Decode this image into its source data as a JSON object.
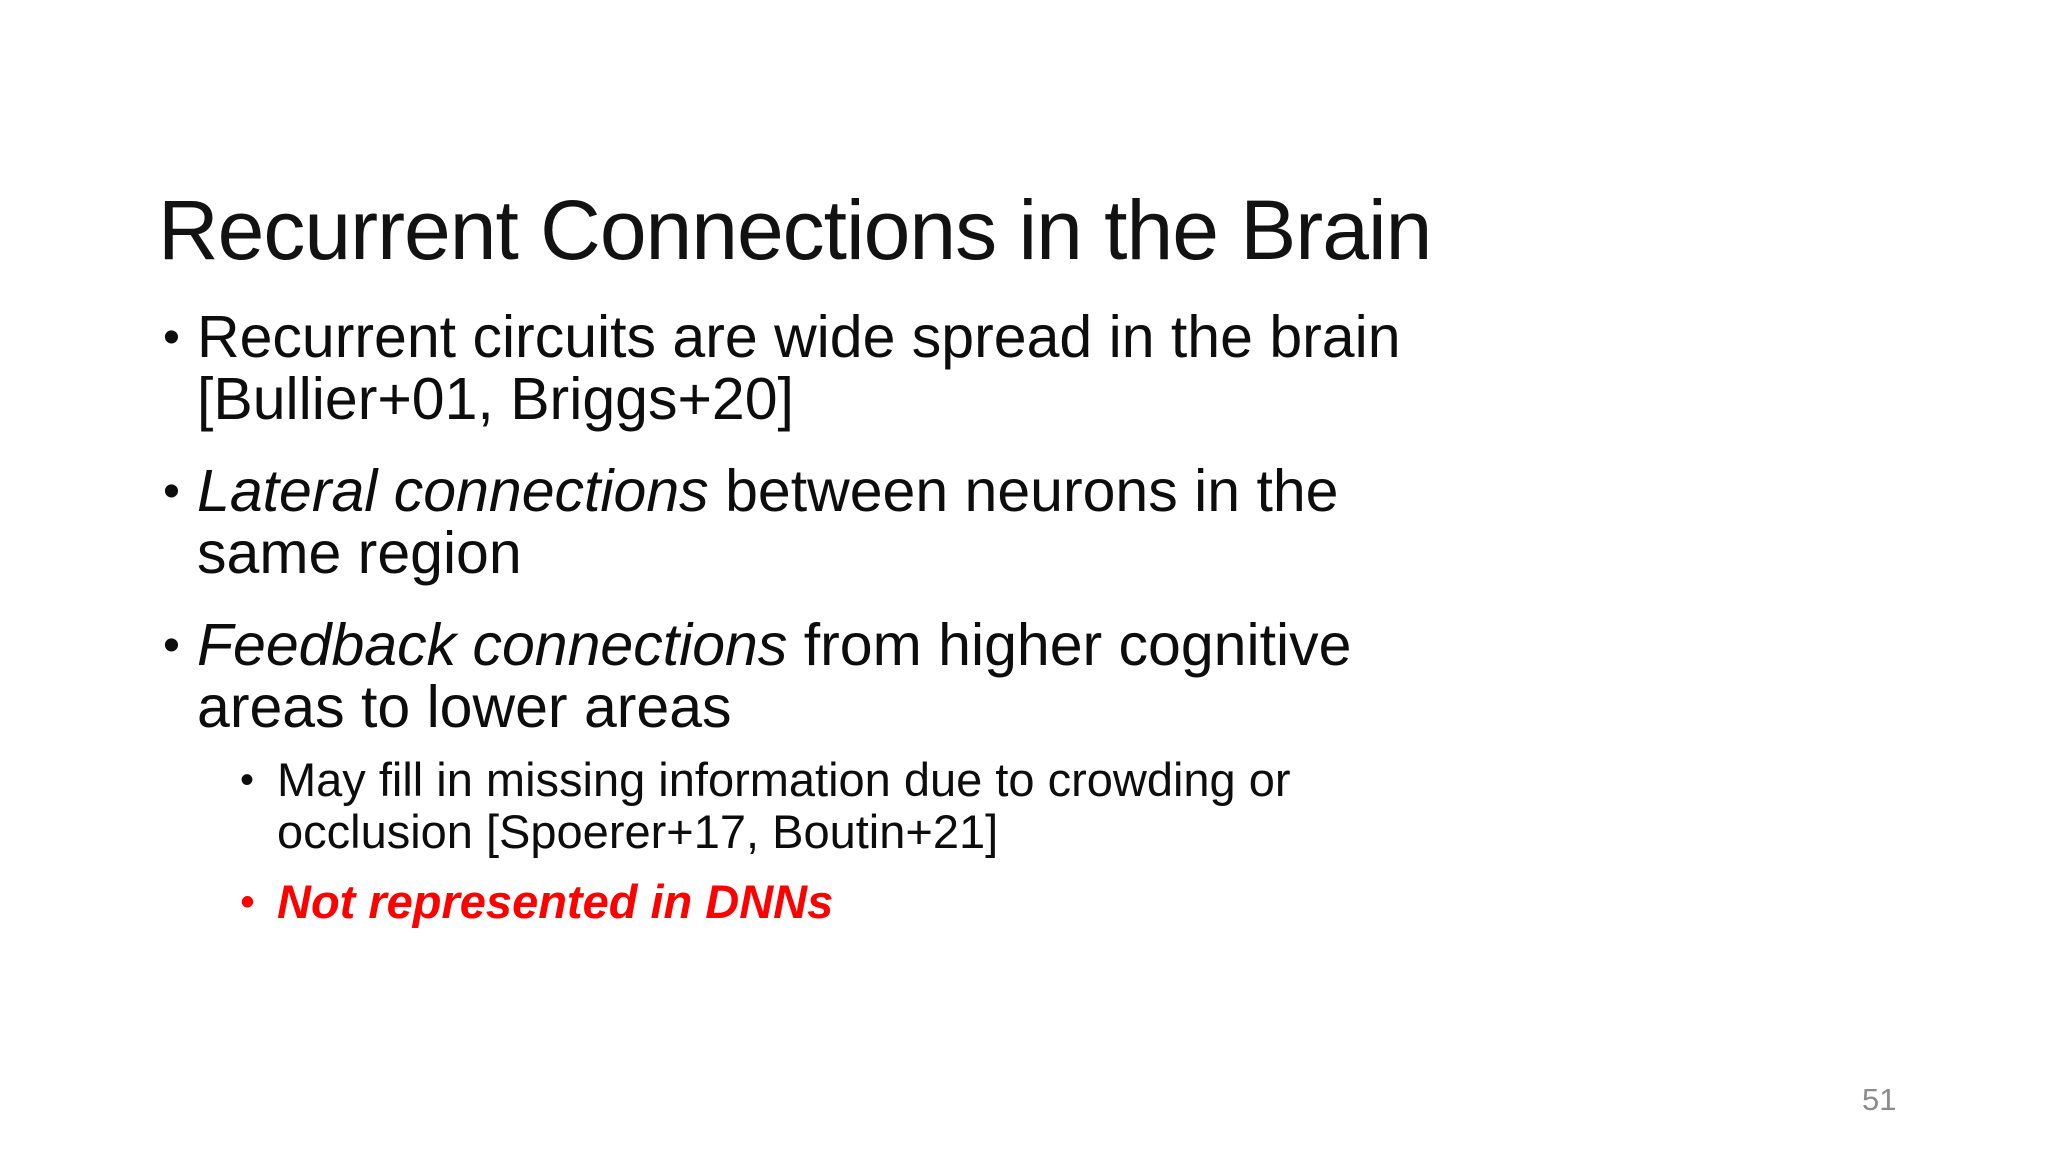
{
  "slide": {
    "title": "Recurrent Connections in the Brain",
    "page_number": "51",
    "bullet_char": "•",
    "colors": {
      "background": "#ffffff",
      "text": "#0d0d0d",
      "accent_red": "#ff0000",
      "page_number_gray": "#8c8c8c"
    },
    "bullets": [
      {
        "level": 1,
        "lines": [
          [
            {
              "text": "Recurrent circuits are wide spread in the brain"
            }
          ],
          [
            {
              "text": "[Bullier+01, Briggs+20]"
            }
          ]
        ]
      },
      {
        "level": 1,
        "lines": [
          [
            {
              "text": "Lateral connections",
              "style": "italic"
            },
            {
              "text": " between neurons in the"
            }
          ],
          [
            {
              "text": "same region"
            }
          ]
        ]
      },
      {
        "level": 1,
        "lines": [
          [
            {
              "text": "Feedback connections",
              "style": "italic"
            },
            {
              "text": " from higher cognitive"
            }
          ],
          [
            {
              "text": "areas to lower areas"
            }
          ]
        ]
      },
      {
        "level": 2,
        "lines": [
          [
            {
              "text": "May fill in missing information due to crowding or"
            }
          ],
          [
            {
              "text": "occlusion [Spoerer+17, Boutin+21]"
            }
          ]
        ]
      },
      {
        "level": 2,
        "style": "bold-italic-red",
        "lines": [
          [
            {
              "text": "Not represented in DNNs"
            }
          ]
        ]
      }
    ]
  }
}
